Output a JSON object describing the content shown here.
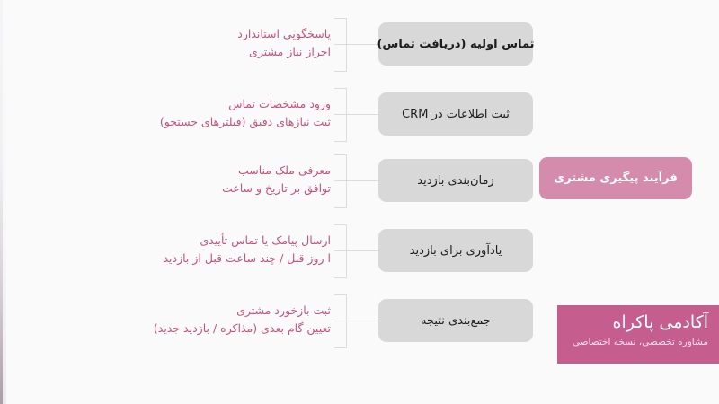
{
  "page": {
    "background_color": "#fbfafb",
    "direction": "rtl",
    "language": "fa"
  },
  "colors": {
    "accent_pink": "#c0547e",
    "badge_pink": "#d58cac",
    "brand_pink": "#c55d8f",
    "box_gray": "#d8d8d8",
    "connector_gray": "#dcdcdc",
    "box_text": "#1d1d1f"
  },
  "badge": {
    "label": "فرآیند پیگیری مشتری"
  },
  "brand": {
    "name": "آکادمی پاکراه",
    "tagline": "مشاوره تخصصی، نسخه اختصاصی"
  },
  "steps": [
    {
      "box_label": "تماس اولیه (دریافت تماس)",
      "desc_line1": "پاسخگویی استاندارد",
      "desc_line2": "احراز نیاز مشتری"
    },
    {
      "box_label": "ثبت اطلاعات در CRM",
      "desc_line1": "ورود مشخصات تماس",
      "desc_line2": "ثبت نیازهای دقیق (فیلترهای جستجو)"
    },
    {
      "box_label": "زمان‌بندی بازدید",
      "desc_line1": "معرفی ملک مناسب",
      "desc_line2": "توافق بر تاریخ و ساعت"
    },
    {
      "box_label": "یادآوری برای بازدید",
      "desc_line1": "ارسال پیامک یا تماس تأییدی",
      "desc_line2": "ا روز قبل / چند ساعت قبل از بازدید"
    },
    {
      "box_label": "جمع‌بندی نتیجه",
      "desc_line1": "ثبت بازخورد مشتری",
      "desc_line2": "تعیین گام بعدی (مذاکره / بازدید جدید)"
    }
  ]
}
